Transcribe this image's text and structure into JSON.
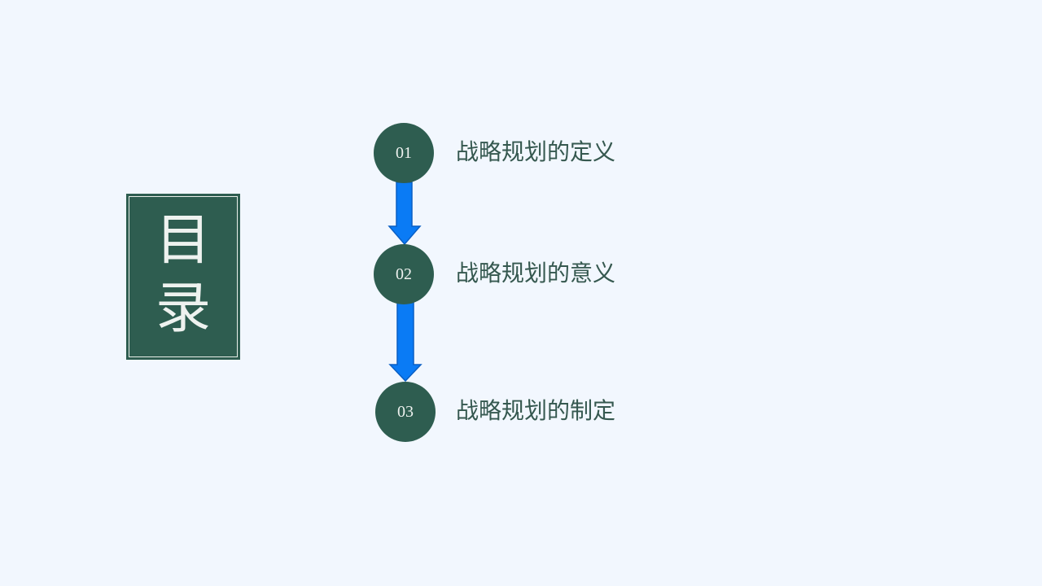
{
  "title": {
    "line1": "目",
    "line2": "录"
  },
  "items": [
    {
      "number": "01",
      "label": "战略规划的定义"
    },
    {
      "number": "02",
      "label": "战略规划的意义"
    },
    {
      "number": "03",
      "label": "战略规划的制定"
    }
  ],
  "colors": {
    "background": "#f2f7fe",
    "accent": "#2e5d50",
    "arrow": "#0a7bf5"
  }
}
